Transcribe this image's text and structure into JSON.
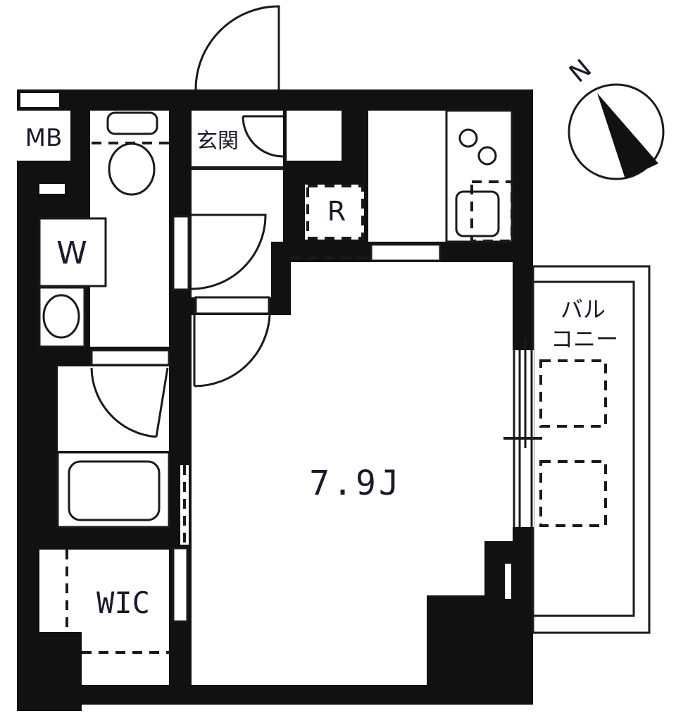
{
  "plan": {
    "labels": {
      "meter_box": "MB",
      "entrance": "玄関",
      "refrigerator": "R",
      "washer": "W",
      "living_area": "7.9J",
      "walk_in_closet": "WIC",
      "balcony_line1": "バル",
      "balcony_line2": "コニー"
    },
    "compass": {
      "north_label": "N"
    },
    "colors": {
      "wall": "#111111",
      "line": "#1a1a1a",
      "background": "#ffffff"
    }
  }
}
